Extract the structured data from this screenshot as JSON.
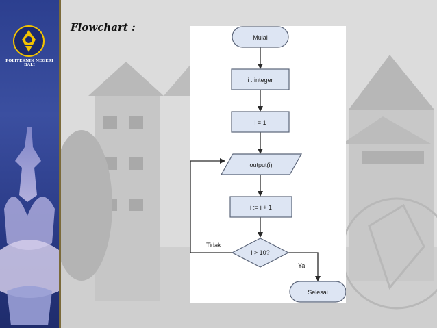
{
  "slide": {
    "heading": "Flowchart :",
    "institution": "POLITEKNIK NEGERI BALI"
  },
  "flowchart": {
    "nodes": {
      "start": "Mulai",
      "declare": "i : integer",
      "init": "i = 1",
      "output": "output(i)",
      "increment": "i := i + 1",
      "decision": "i > 10?",
      "end": "Selesai"
    },
    "edges": {
      "no_label": "Tidak",
      "yes_label": "Ya"
    }
  },
  "colors": {
    "box_fill": "#dde5f3",
    "box_stroke": "#5a6478",
    "line": "#2a2a2a"
  }
}
